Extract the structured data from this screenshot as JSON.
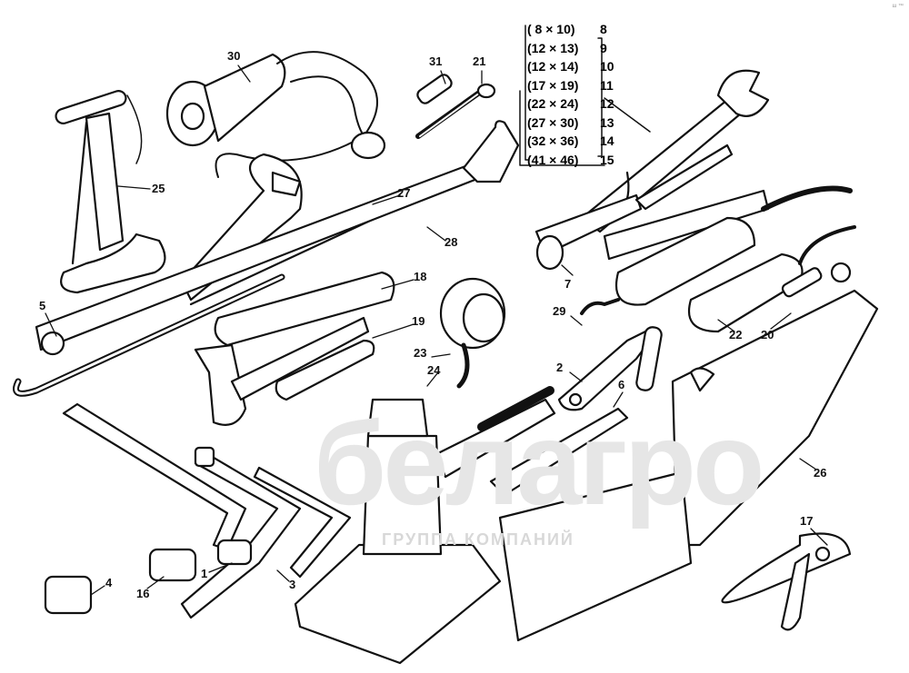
{
  "watermark": {
    "brand": "белагро",
    "subtitle": "ГРУППА КОМПАНИЙ"
  },
  "corner_mark": "ш ™",
  "size_table": [
    {
      "size": "( 8 × 10)",
      "item": "8"
    },
    {
      "size": "(12 × 13)",
      "item": "9"
    },
    {
      "size": "(12 × 14)",
      "item": "10"
    },
    {
      "size": "(17 × 19)",
      "item": "11"
    },
    {
      "size": "(22 × 24)",
      "item": "12"
    },
    {
      "size": "(27 × 30)",
      "item": "13"
    },
    {
      "size": "(32 × 36)",
      "item": "14"
    },
    {
      "size": "(41 × 46)",
      "item": "15"
    }
  ],
  "callouts": {
    "c30": "30",
    "c31": "31",
    "c21": "21",
    "c25": "25",
    "c27": "27",
    "c28": "28",
    "c5": "5",
    "c18": "18",
    "c19": "19",
    "c23": "23",
    "c24": "24",
    "c29": "29",
    "c2": "2",
    "c6": "6",
    "c7": "7",
    "c22": "22",
    "c20": "20",
    "c26": "26",
    "c17": "17",
    "c4": "4",
    "c16": "16",
    "c1": "1",
    "c3": "3"
  }
}
